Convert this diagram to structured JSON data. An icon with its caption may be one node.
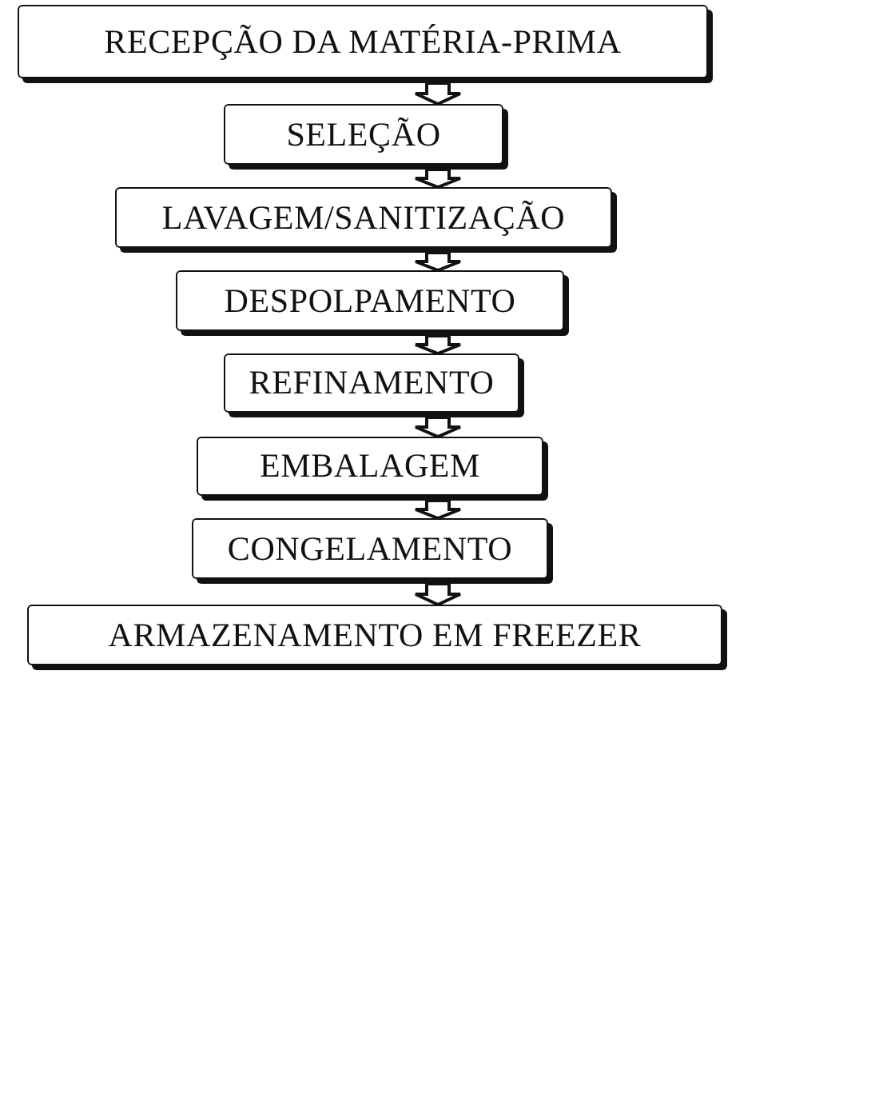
{
  "diagram": {
    "nodes": [
      {
        "text": [
          "RECEPÇÃO DA MATÉRIA-PRIMA"
        ]
      },
      {
        "text": [
          "SELEÇÃO"
        ]
      },
      {
        "text": [
          "LAVAGEM/SANITIZAÇÃO"
        ]
      },
      {
        "text": [
          "DESPOLPAMENTO"
        ]
      },
      {
        "text": [
          "REFINAMENTO"
        ]
      },
      {
        "text": [
          "EMBALAGEM"
        ]
      },
      {
        "text": [
          "CONGELAMENTO"
        ]
      },
      {
        "text": [
          "ARMAZENAMENTO EM FREEZER"
        ]
      }
    ],
    "edges": [
      {
        "from": 0,
        "to": 1,
        "arrow": "to"
      },
      {
        "from": 1,
        "to": 2,
        "arrow": "to"
      },
      {
        "from": 2,
        "to": 3,
        "arrow": "to"
      },
      {
        "from": 3,
        "to": 4,
        "arrow": "to"
      },
      {
        "from": 4,
        "to": 5,
        "arrow": "to"
      },
      {
        "from": 5,
        "to": 6,
        "arrow": "to"
      },
      {
        "from": 6,
        "to": 7,
        "arrow": "to"
      }
    ]
  }
}
